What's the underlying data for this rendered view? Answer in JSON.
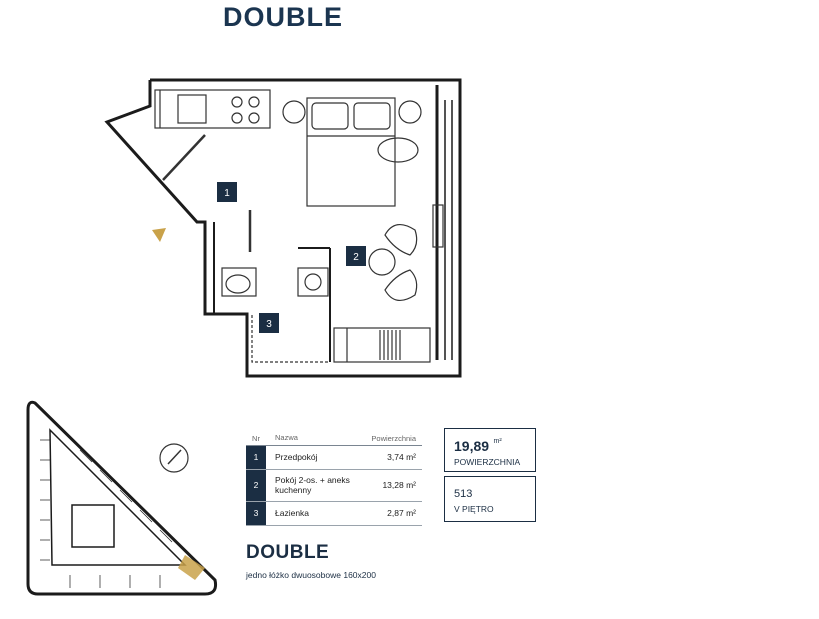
{
  "header": {
    "title": "DOUBLE"
  },
  "plan": {
    "room_labels": [
      "1",
      "2",
      "3"
    ],
    "colors": {
      "wall": "#1b1b1b",
      "label_bg": "#1b2e43",
      "accent": "#c9a24a",
      "furniture": "#333333"
    }
  },
  "table": {
    "headers": {
      "nr": "Nr",
      "name": "Nazwa",
      "area": "Powierzchnia"
    },
    "rows": [
      {
        "nr": "1",
        "name": "Przedpokój",
        "area": "3,74 m²"
      },
      {
        "nr": "2",
        "name_line1": "Pokój 2-os. + aneks",
        "name_line2": "kuchenny",
        "area": "13,28 m²"
      },
      {
        "nr": "3",
        "name": "Łazienka",
        "area": "2,87 m²"
      }
    ]
  },
  "summary": {
    "area_value": "19,89",
    "area_unit": "m²",
    "area_label": "POWIERZCHNIA",
    "unit_number": "513",
    "floor_label": "V PIĘTRO"
  },
  "footer": {
    "title": "DOUBLE",
    "description": "jedno łóżko dwuosobowe 160x200"
  }
}
